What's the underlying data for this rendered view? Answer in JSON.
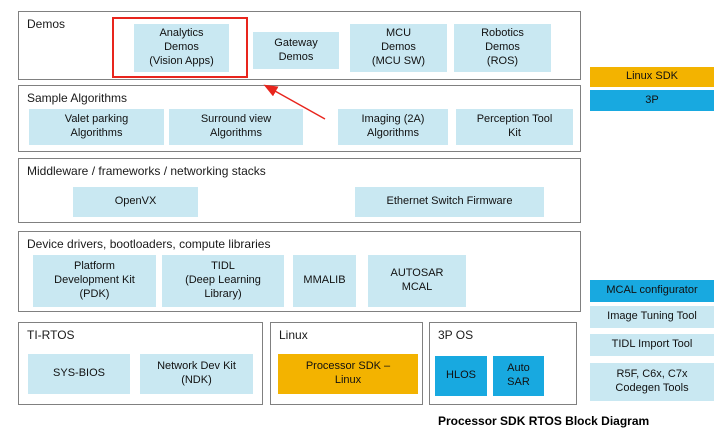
{
  "colors": {
    "light_blue": "#C9E8F2",
    "accent_blue": "#18A9E0",
    "accent_orange": "#F3B300",
    "highlight_red": "#E8251D",
    "container_border": "#808080"
  },
  "demos": {
    "label": "Demos",
    "analytics": "Analytics\nDemos\n(Vision Apps)",
    "gateway": "Gateway\nDemos",
    "mcu": "MCU\nDemos\n(MCU SW)",
    "robotics": "Robotics\nDemos\n(ROS)"
  },
  "sample_algorithms": {
    "label": "Sample Algorithms",
    "valet": "Valet parking\nAlgorithms",
    "surround": "Surround view\nAlgorithms",
    "imaging": "Imaging (2A)\nAlgorithms",
    "perception": "Perception Tool\nKit"
  },
  "middleware": {
    "label": "Middleware / frameworks / networking stacks",
    "openvx": "OpenVX",
    "ethernet": "Ethernet Switch Firmware"
  },
  "drivers": {
    "label": "Device drivers, bootloaders, compute libraries",
    "pdk": "Platform\nDevelopment Kit\n(PDK)",
    "tidl": "TIDL\n(Deep Learning\nLibrary)",
    "mmalib": "MMALIB",
    "autosar_mcal": "AUTOSAR\nMCAL"
  },
  "ti_rtos": {
    "label": "TI-RTOS",
    "sysbios": "SYS-BIOS",
    "ndk": "Network Dev Kit\n(NDK)"
  },
  "linux": {
    "label": "Linux",
    "processor_sdk": "Processor SDK –\nLinux"
  },
  "third_party_os": {
    "label": "3P OS",
    "hlos": "HLOS",
    "autosar": "Auto\nSAR"
  },
  "sidebar": {
    "linux_sdk": "Linux SDK",
    "third_party": "3P",
    "mcal_configurator": "MCAL configurator",
    "image_tuning": "Image Tuning Tool",
    "tidl_import": "TIDL Import Tool",
    "codegen": "R5F, C6x, C7x\nCodegen Tools"
  },
  "caption": "Processor SDK RTOS Block Diagram"
}
